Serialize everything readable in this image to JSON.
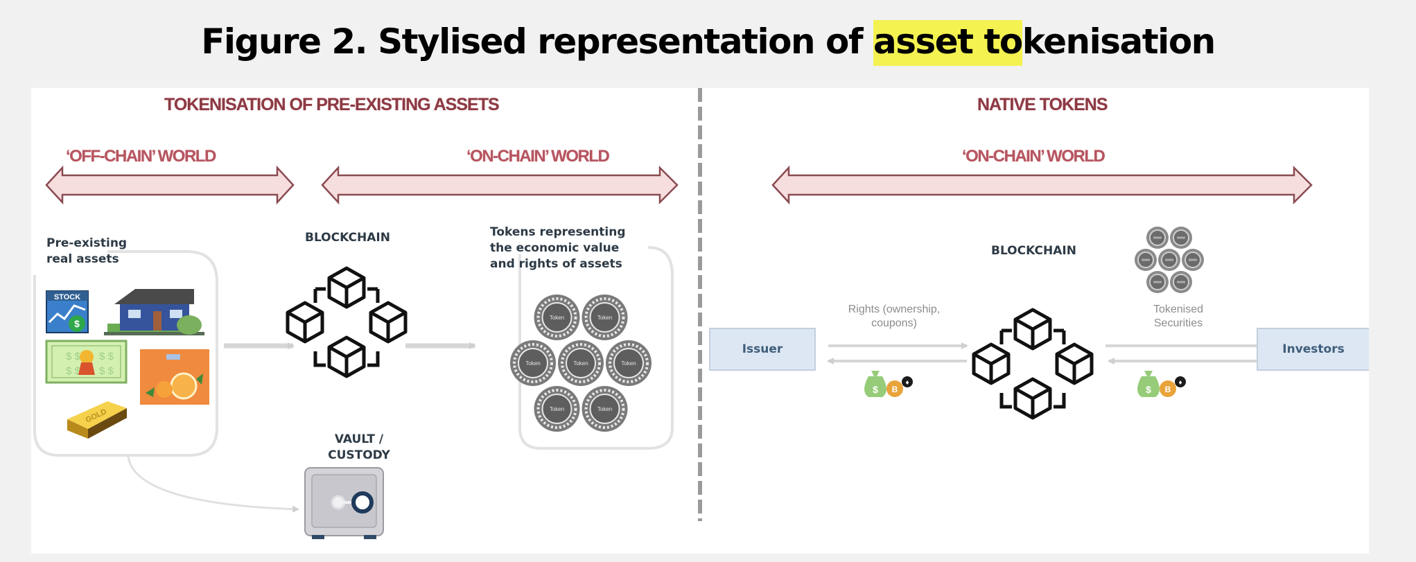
{
  "title": {
    "prefix": "Figure 2. Stylised representation of ",
    "highlight": "asset to",
    "suffix": "kenisation",
    "highlight_color": "#f3f250"
  },
  "left_section": {
    "heading": "TOKENISATION OF PRE-EXISTING ASSETS",
    "off_chain_label": "‘OFF-CHAIN’ WORLD",
    "on_chain_label": "‘ON-CHAIN’ WORLD",
    "assets_label_line1": "Pre-existing",
    "assets_label_line2": "real assets",
    "assets": [
      {
        "name": "stock",
        "text": "STOCK"
      },
      {
        "name": "house",
        "text": ""
      },
      {
        "name": "banknote",
        "text": "$"
      },
      {
        "name": "orange-juice",
        "text": ""
      },
      {
        "name": "gold-bar",
        "text": "GOLD"
      }
    ],
    "blockchain_label": "BLOCKCHAIN",
    "tokens_label_line1": "Tokens representing",
    "tokens_label_line2": "the economic value",
    "tokens_label_line3": "and rights of assets",
    "token_text": "Token",
    "token_count": 7,
    "vault_label_line1": "VAULT /",
    "vault_label_line2": "CUSTODY"
  },
  "right_section": {
    "heading": "NATIVE TOKENS",
    "on_chain_label": "‘ON-CHAIN’ WORLD",
    "issuer_label": "Issuer",
    "investors_label": "Investors",
    "blockchain_label": "BLOCKCHAIN",
    "rights_label_line1": "Rights (ownership,",
    "rights_label_line2": "coupons)",
    "securities_label_line1": "Tokenised",
    "securities_label_line2": "Securities",
    "securities_token_count": 7
  },
  "colors": {
    "heading": "#8c3a45",
    "arrow_fill": "#f6dede",
    "arrow_stroke": "#8a4a50",
    "label": "#2d3a45",
    "box_fill": "#dce7f3",
    "token_gray": "#6e6e6e"
  }
}
